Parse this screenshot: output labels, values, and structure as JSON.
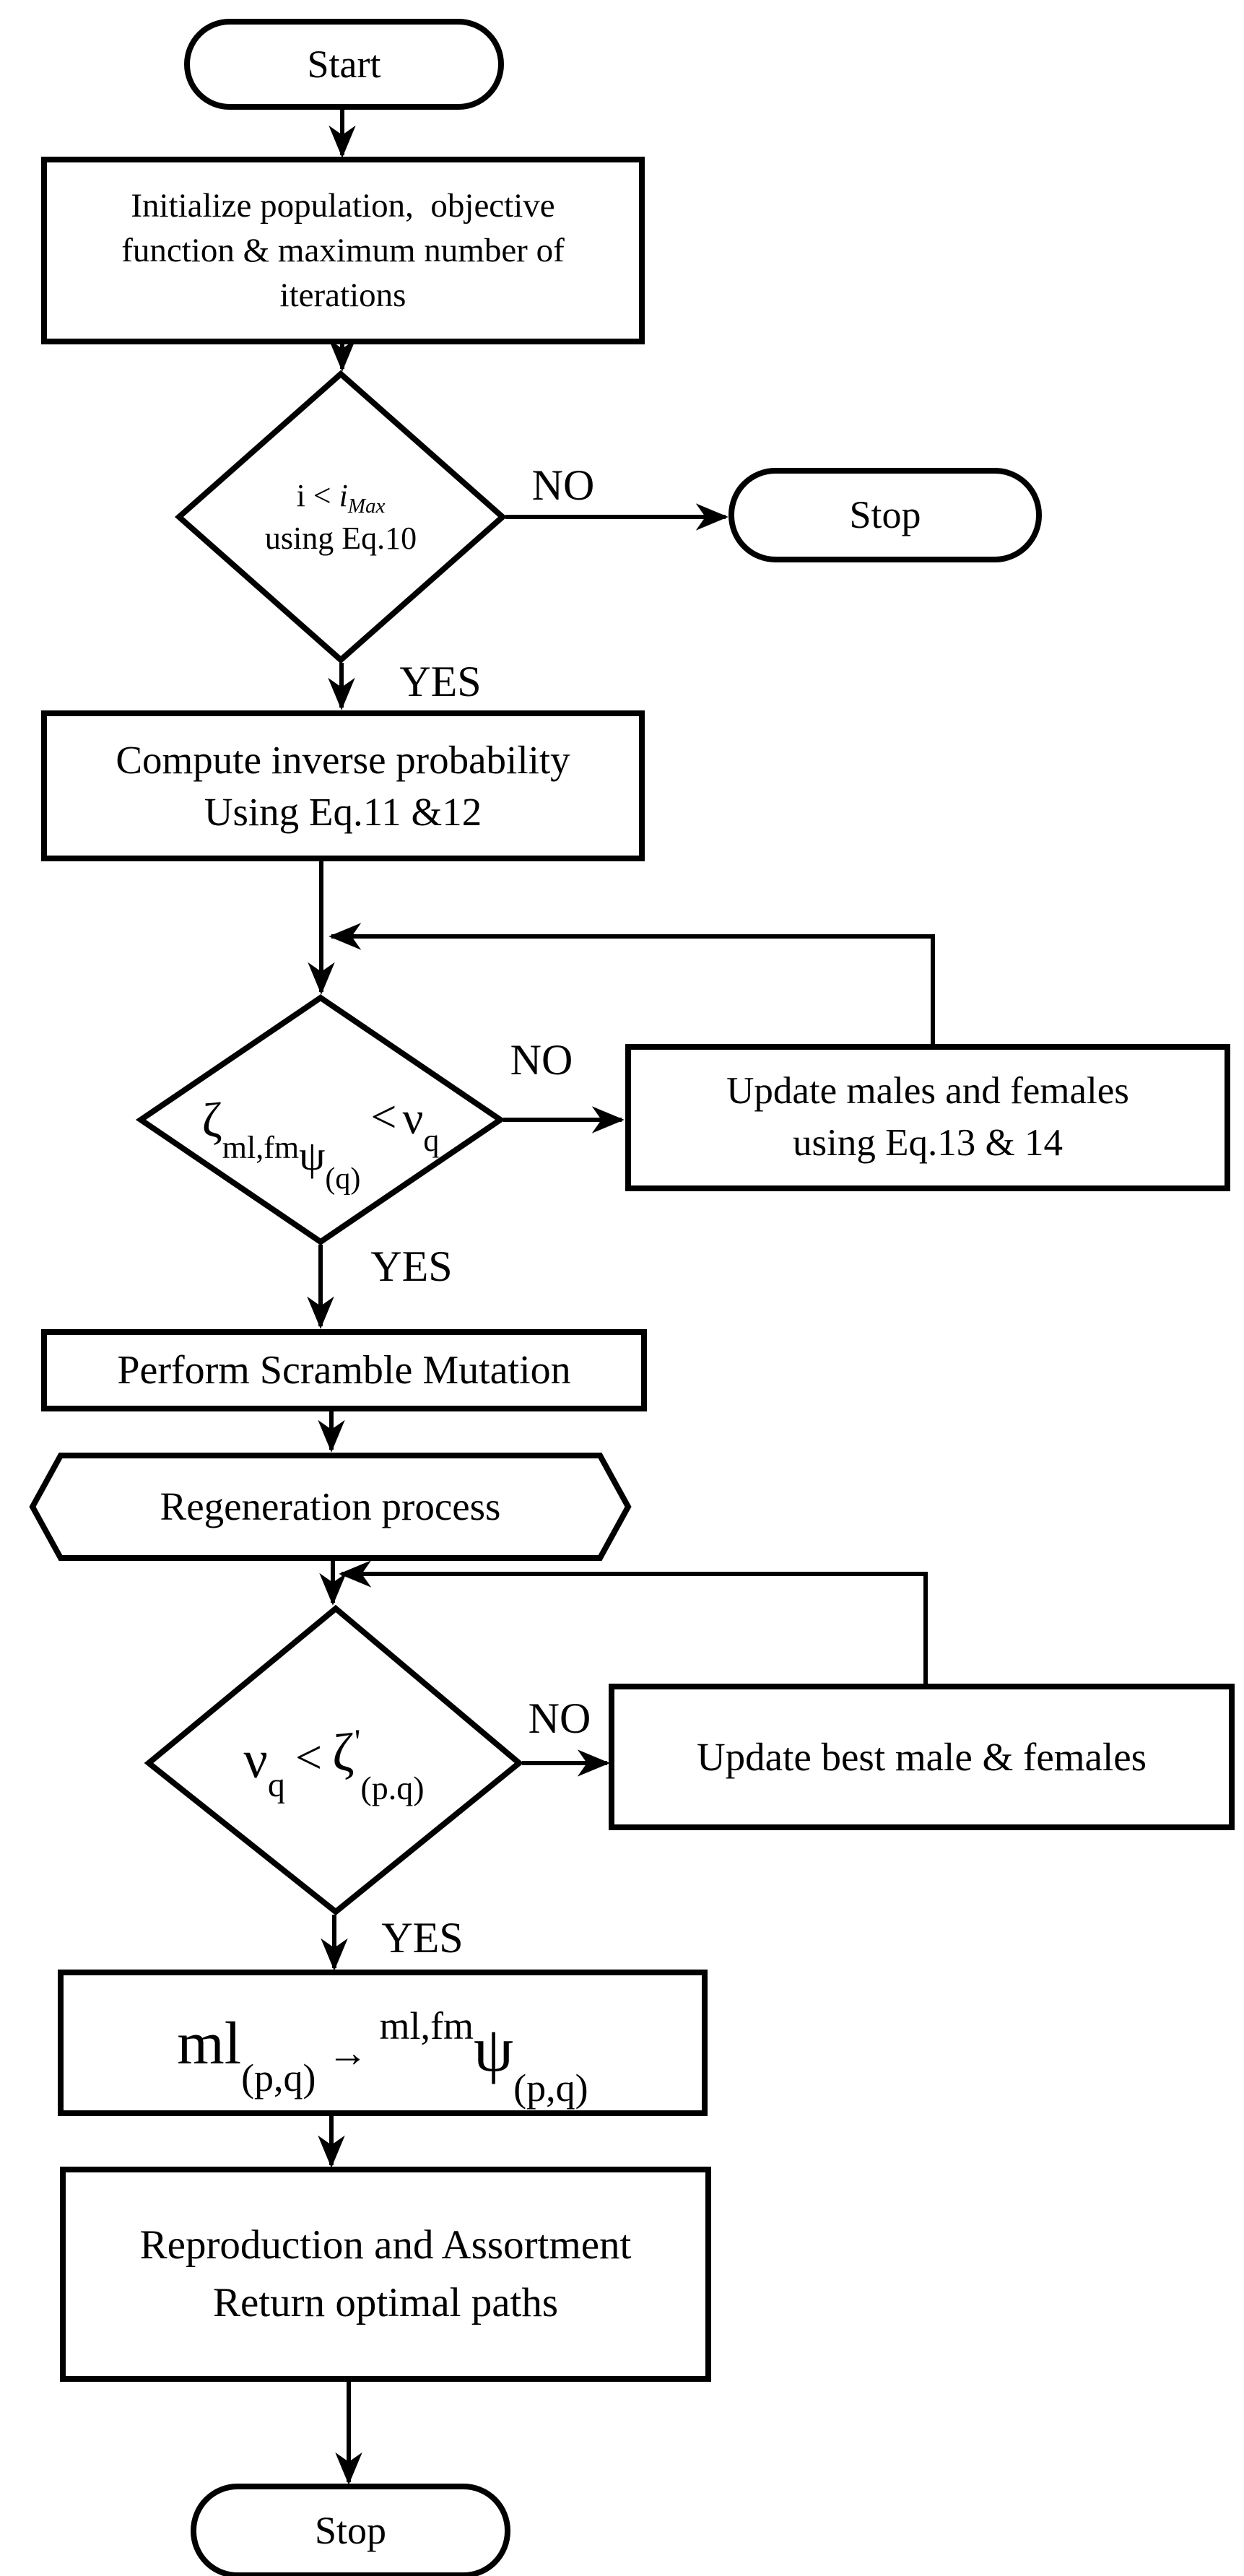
{
  "nodes": {
    "start": {
      "label": "Start"
    },
    "initialize": {
      "line1": "Initialize population,  objective",
      "line2": "function & maximum number of",
      "line3": "iterations"
    },
    "iteration_check": {
      "cond_prefix": "i < ",
      "cond_var": "i",
      "cond_var_sub": "Max",
      "line2": "using Eq.10"
    },
    "stop_top": {
      "label": "Stop"
    },
    "inverse_probability": {
      "line1": "Compute inverse probability",
      "line2": "Using Eq.11 &12"
    },
    "zeta_check": {
      "zeta": "ζ",
      "zeta_sub": "ml,fm",
      "psi": "ψ",
      "psi_sub": "(q)",
      "less_than": "<",
      "nu": "ν",
      "nu_sub": "q"
    },
    "update_males_females": {
      "line1": "Update males and females",
      "line2": "using Eq.13 & 14"
    },
    "scramble_mutation": {
      "label": "Perform Scramble Mutation"
    },
    "regeneration": {
      "label": "Regeneration process"
    },
    "nu_check": {
      "nu": "ν",
      "nu_sub": "q",
      "less_than": "<",
      "zeta": "ζ",
      "zeta_prime": "'",
      "zeta_sub": "(p.q)"
    },
    "update_best": {
      "label": "Update best male & females"
    },
    "assignment": {
      "ml": "ml",
      "ml_sub": "(p,q)",
      "arrow": "→",
      "sup": "ml,fm",
      "psi": "ψ",
      "psi_sub": "(p,q)"
    },
    "reproduction": {
      "line1": "Reproduction and Assortment",
      "line2": "Return optimal paths"
    },
    "stop_bottom": {
      "label": "Stop"
    }
  },
  "branch_labels": {
    "iteration_no": "NO",
    "iteration_yes": "YES",
    "zeta_no": "NO",
    "zeta_yes": "YES",
    "nu_no": "NO",
    "nu_yes": "YES"
  },
  "colors": {
    "stroke": "#000000",
    "fill": "#ffffff"
  }
}
